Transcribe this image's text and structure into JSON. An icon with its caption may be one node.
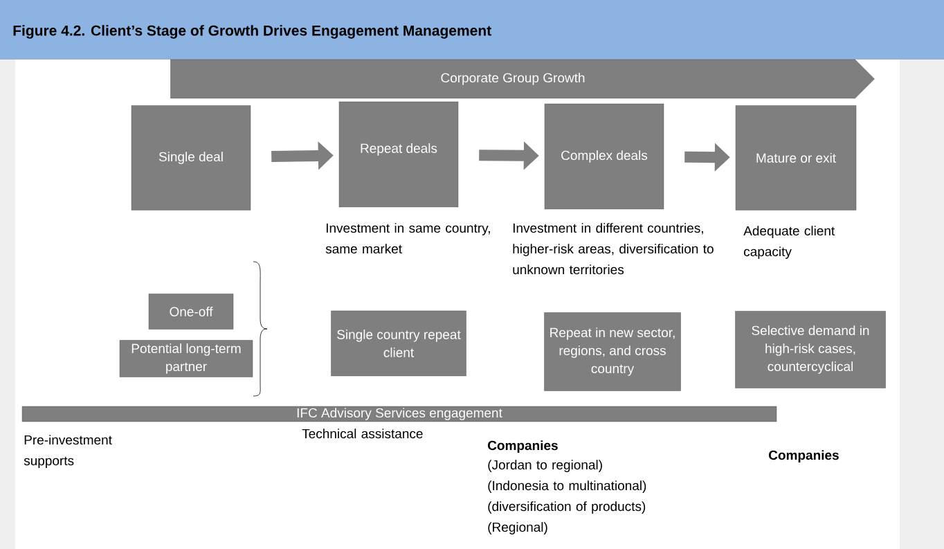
{
  "diagram": {
    "title": "Figure 4.2. Client’s Stage of Growth Drives Engagement Management",
    "nodes": [
      {
        "text": [
          "Corporate Group Growth"
        ]
      },
      {
        "text": [
          "Single deal"
        ]
      },
      {
        "text": [
          "Repeat deals"
        ],
        "beside": [
          "Investment in same country, same market"
        ]
      },
      {
        "text": [
          "Complex deals"
        ],
        "beside": [
          "Investment in different countries, higher-risk areas, diversification to unknown territories"
        ]
      },
      {
        "text": [
          "Mature or exit"
        ],
        "beside": [
          "Adequate client capacity"
        ]
      },
      {
        "text": [
          "One-off"
        ]
      },
      {
        "text": [
          "Potential long-term partner"
        ]
      },
      {
        "text": [
          "Single country repeat client"
        ]
      },
      {
        "text": [
          "Repeat in new sector, regions, and cross country"
        ]
      },
      {
        "text": [
          "Selective demand in high-risk cases, countercyclical"
        ]
      },
      {
        "text": [
          "IFC Advisory  Services engagement"
        ]
      }
    ],
    "edges": [
      {
        "from": 1,
        "to": 2,
        "arrow": "to"
      },
      {
        "from": 2,
        "to": 3,
        "arrow": "to"
      },
      {
        "from": 3,
        "to": 4,
        "arrow": "to"
      }
    ],
    "labels": [
      "Pre-investment supports",
      "Technical assistance",
      "Companies",
      "(Jordan to regional)",
      "(Indonesia to multinational)",
      "(diversification of products)",
      "(Regional)",
      "Companies"
    ]
  }
}
